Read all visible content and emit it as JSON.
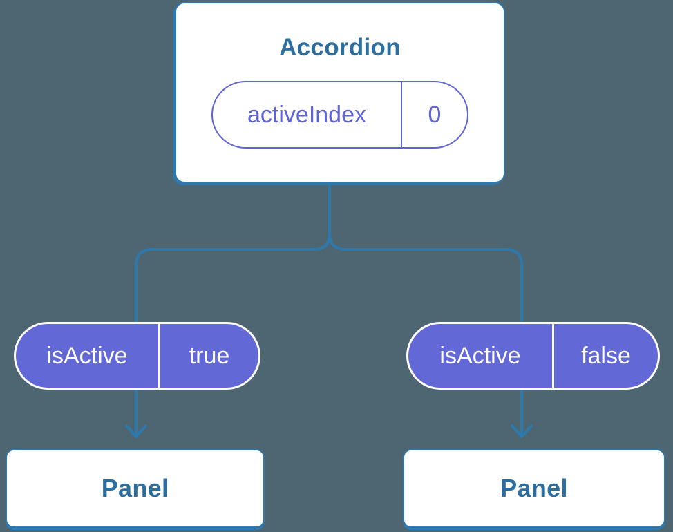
{
  "diagram": {
    "root": {
      "title": "Accordion",
      "state": {
        "name": "activeIndex",
        "value": "0"
      }
    },
    "branches": [
      {
        "prop": {
          "name": "isActive",
          "value": "true"
        },
        "child": {
          "title": "Panel"
        }
      },
      {
        "prop": {
          "name": "isActive",
          "value": "false"
        },
        "child": {
          "title": "Panel"
        }
      }
    ]
  },
  "colors": {
    "background": "#4E6671",
    "line_blue": "#2E78AC",
    "label_blue": "#2E6E9E",
    "pill_purple": "#6268D5",
    "pill_purple_text": "#5E63D6",
    "card_white": "#FFFFFF"
  }
}
